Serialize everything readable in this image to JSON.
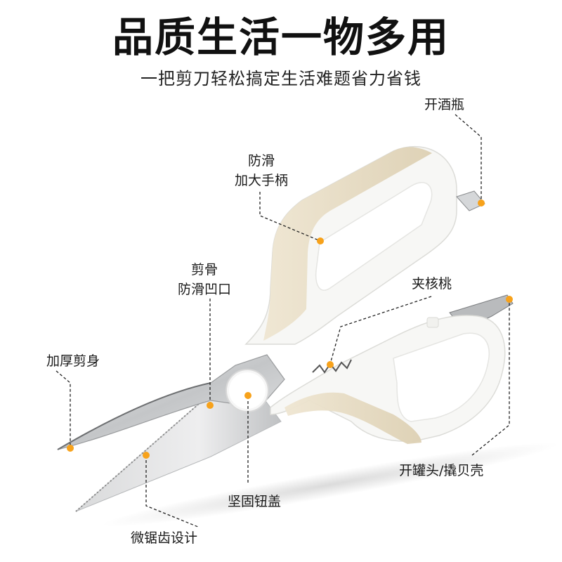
{
  "header": {
    "title": "品质生活一物多用",
    "subtitle": "一把剪刀轻松搞定生活难题省力省钱"
  },
  "colors": {
    "accent_dot": "#f7a21b",
    "handle_white": "#f7f7f5",
    "handle_beige": "#e8dcc4",
    "blade_steel": "#c9cbcd",
    "callout_line": "#222222"
  },
  "callouts": [
    {
      "id": "bottle-opener",
      "label": "开酒瓶",
      "icon": "bottle-opener-icon"
    },
    {
      "id": "handle",
      "label_line1": "防滑",
      "label_line2": "加大手柄"
    },
    {
      "id": "bone-notch",
      "label_line1": "剪骨",
      "label_line2": "防滑凹口"
    },
    {
      "id": "walnut",
      "label": "夹核桃"
    },
    {
      "id": "thick-blade",
      "label": "加厚剪身"
    },
    {
      "id": "can-opener",
      "label": "开罐头/撬贝壳"
    },
    {
      "id": "pivot-cap",
      "label": "坚固钮盖"
    },
    {
      "id": "serrated",
      "label": "微锯齿设计"
    }
  ]
}
